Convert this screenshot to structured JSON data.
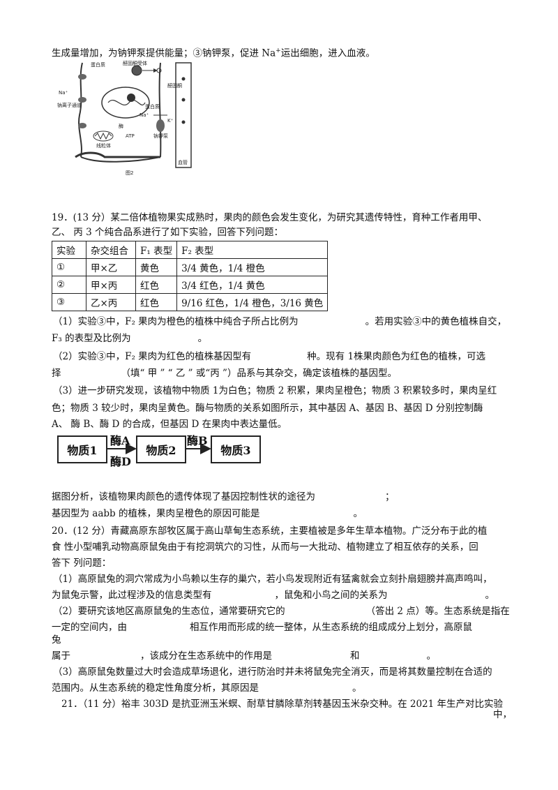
{
  "top_text": {
    "prefix": "生成量增加，为钠钾泵提供能量；③钠钾泵，促进 Na",
    "sup": "+",
    "suffix": "运出细胞，进入血液。"
  },
  "figure2": {
    "labels": {
      "protein1": "蛋白质",
      "receptor": "醛固酮受体",
      "aldosterone": "醛固酮",
      "na_channel": "钠离子通道",
      "na": "Na⁺",
      "protein2": "蛋白质",
      "na2": "Na⁺",
      "k": "K⁺",
      "enzyme": "酶",
      "mito": "线粒体",
      "atp": "ATP",
      "pump": "钠钾泵",
      "blood": "血管",
      "caption": "图2"
    }
  },
  "q19": {
    "line1": "19．(13 分）某二倍体植物果实成熟时，果肉的颜色会发生变化，为研究其遗传特性，育种工作者用甲、",
    "line2": "乙、 丙 3 个纯合品系进行了如下实验，回答下列问题：",
    "table": {
      "headers": [
        "实验",
        "杂交组合",
        "F₁ 表型",
        "F₂ 表型"
      ],
      "rows": [
        [
          "①",
          "甲×乙",
          "黄色",
          "3/4 黄色，1/4 橙色"
        ],
        [
          "②",
          "甲×丙",
          "红色",
          "3/4 红色，1/4 黄色"
        ],
        [
          "③",
          "乙×丙",
          "红色",
          "9/16 红色，1/4 橙色，3/16 黄色"
        ]
      ]
    },
    "p1a": "（1）实验③中，F₂ 果肉为橙色的植株中纯合子所占比例为",
    "p1b": "。若用实验③中的黄色植株自交，",
    "p1c": "F₃ 的表型及比例为",
    "p1d": "。",
    "p2a": "（2）实验③中，F₂ 果肉为红色的植株基因型有",
    "p2b": "种。现有 1株果肉颜色为红色的植株，可选",
    "p2c": "择",
    "p2d": "（填“ 甲 ” “ 乙 ” 或“丙 ”）品系与其杂交，确定该植株的基因型。",
    "p3a": "（3）进一步研究发现，该植物中物质 1为白色；物质 2 积累，果肉呈橙色；物质 3 积累较多时，果肉呈红",
    "p3b": "色；物质 3 较少时，果肉呈黄色。酶与物质的关系如图所示，其中基因 A、基因 B、基因 D 分别控制酶",
    "p3c": "A、 酶 B、酶 D 的合成，但基因 D 在果肉中表达量低。",
    "flow": {
      "s1": "物质1",
      "s2": "物质2",
      "s3": "物质3",
      "eA": "酶A",
      "eD": "酶D",
      "eB": "酶B"
    },
    "p4a": "据图分析，该植物果肉颜色的遗传体现了基因控制性状的途径为",
    "p4b": "；",
    "p5a": "基因型为 aabb 的植株，果肉呈橙色的原因可能是",
    "p5b": "。"
  },
  "q20": {
    "l1": "20．(12 分）青藏高原东部牧区属于高山草甸生态系统，主要植被是多年生草本植物。广泛分布于此的植",
    "l2": "食 性小型哺乳动物高原鼠兔由于有挖洞筑穴的习性，从而与一大批动、植物建立了相互依存的关系，回",
    "l3": "答下 列问题：",
    "p1a": "（1）高原鼠兔的洞穴常成为小鸟赖以生存的巢穴，若小鸟发现附近有猛禽就会立刻扑扇翅膀并高声鸣叫，",
    "p1b": "为鼠兔示警，此过程涉及的信息类型有",
    "p1c": "，鼠兔和小鸟之间的关系为",
    "p1d": "。",
    "p2a": "（2）要研究该地区高原鼠兔的生态位，通常要研究它的",
    "p2b": "（答出 2 点）等。生态系统是指在",
    "p2c": "一定的空间内，由",
    "p2d": "相互作用而形成的统一整体，从生态系统的组成成分上划分，高原鼠",
    "p2e": "兔",
    "p2f": "属于",
    "p2g": "，该成分在生态系统中的作用是",
    "p2h": "和",
    "p2i": "。",
    "p3a": "（3）高原鼠兔数量过大时会造成草场退化，进行防治时并未将鼠兔完全消灭，而是将其数量控制在合适的",
    "p3b": "范围内。从生态系统的稳定性角度分析，其原因是",
    "p3c": "。"
  },
  "q21": {
    "l1": "21．（11 分）裕丰 303D 是抗亚洲玉米螟、耐草甘膦除草剂转基因玉米杂交种。在 2021 年生产对比实验",
    "l2": "中，"
  }
}
